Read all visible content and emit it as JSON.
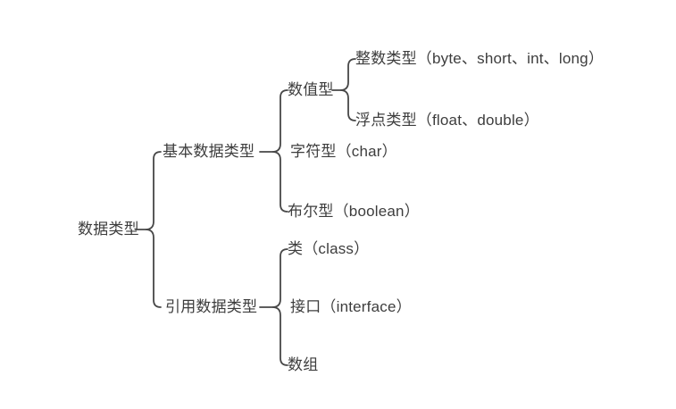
{
  "colors": {
    "line": "#474747",
    "text": "#3d3d3d",
    "background": "#ffffff"
  },
  "tree": {
    "root": {
      "label": "数据类型",
      "children": [
        {
          "label": "基本数据类型",
          "children": [
            {
              "label": "数值型",
              "children": [
                {
                  "label": "整数类型（byte、short、int、long）"
                },
                {
                  "label": "浮点类型（float、double）"
                }
              ]
            },
            {
              "label": "字符型（char）"
            },
            {
              "label": "布尔型（boolean）"
            }
          ]
        },
        {
          "label": "引用数据类型",
          "children": [
            {
              "label": "类（class）"
            },
            {
              "label": "接口（interface）"
            },
            {
              "label": "数组"
            }
          ]
        }
      ]
    }
  }
}
